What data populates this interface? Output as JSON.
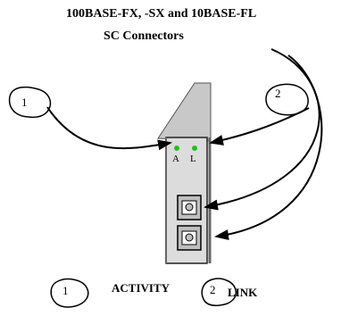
{
  "title": {
    "line1": "100BASE-FX, -SX and 10BASE-FL",
    "line2": "SC Connectors"
  },
  "led_labels": {
    "a": "A",
    "l": "L"
  },
  "callouts": {
    "activity_number": "1",
    "link_number": "2"
  },
  "legend": {
    "activity_number": "1",
    "activity_label": "ACTIVITY",
    "link_number": "2",
    "link_label": "LINK"
  },
  "colors": {
    "led": "#22c022",
    "module_face": "#dcdcdc",
    "module_side": "#c8c8c8",
    "connector": "#bfbfbf"
  }
}
